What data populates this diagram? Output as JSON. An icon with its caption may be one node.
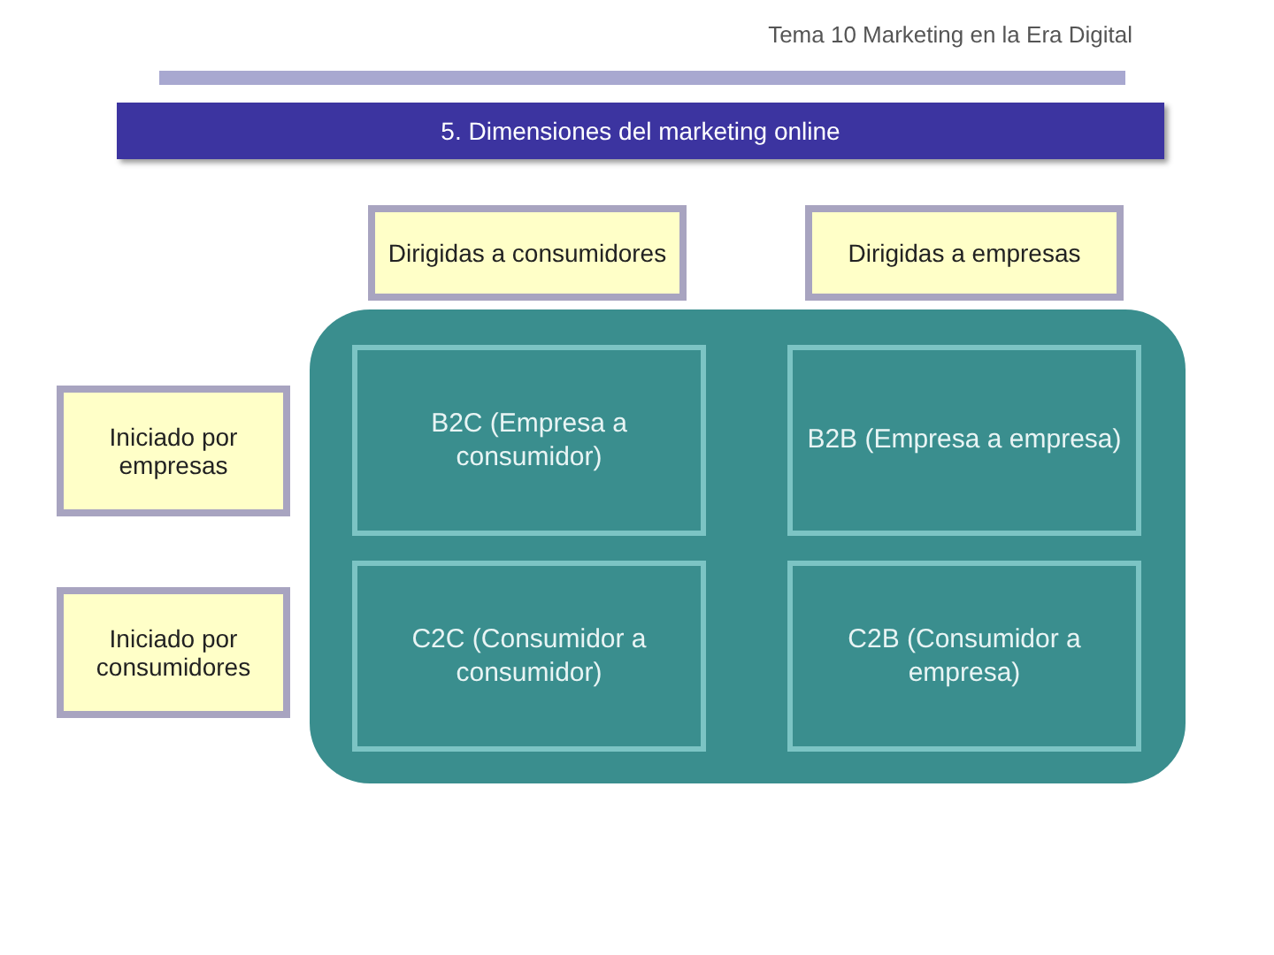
{
  "diagram": {
    "title": "5. Dimensiones del marketing online",
    "nodes": [
      {
        "text": [
          "Dirigidas a consumidores"
        ]
      },
      {
        "text": [
          "Dirigidas a empresas"
        ]
      },
      {
        "text": [
          "Iniciado por empresas"
        ]
      },
      {
        "text": [
          "Iniciado por consumidores"
        ]
      },
      {
        "text": [],
        "shape": "box"
      },
      {
        "text": [
          "B2C (Empresa a consumidor)"
        ],
        "in": 4
      },
      {
        "text": [
          "B2B (Empresa a empresa)"
        ],
        "in": 4
      },
      {
        "text": [
          "C2C (Consumidor a consumidor)"
        ],
        "in": 4
      },
      {
        "text": [
          "C2B (Consumidor a empresa)"
        ],
        "in": 4
      }
    ],
    "edges": [],
    "labels": [
      "Tema 10 Marketing en la Era Digital"
    ]
  }
}
